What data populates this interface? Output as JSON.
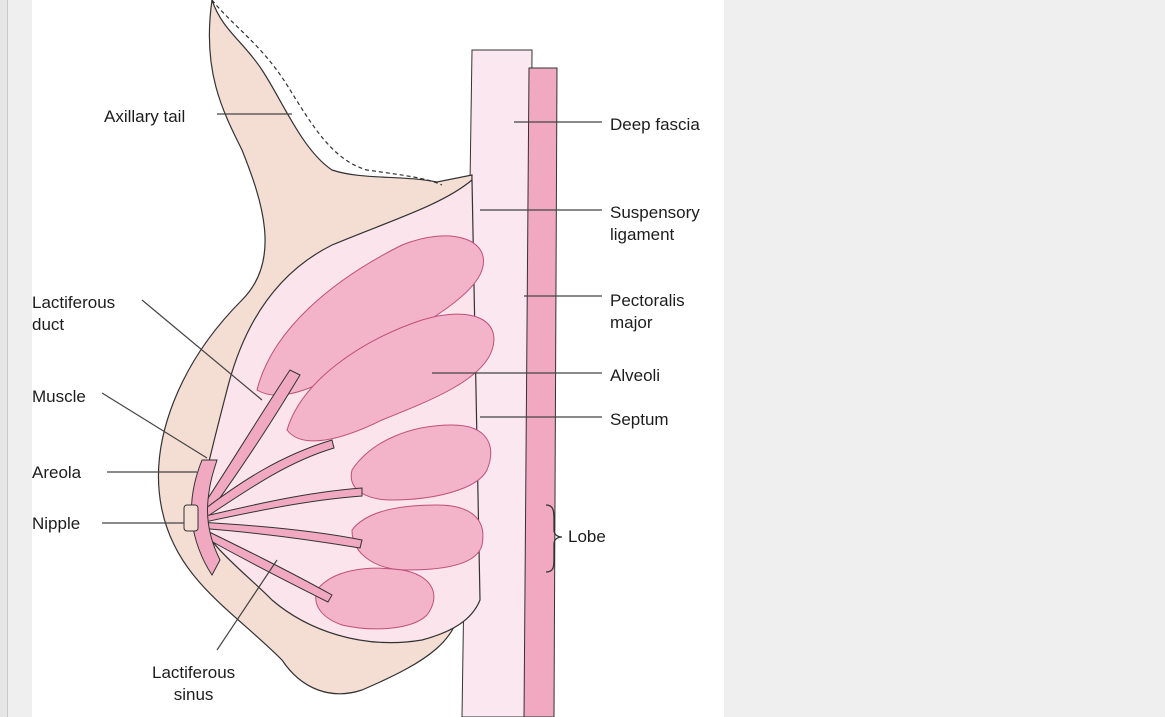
{
  "labels": {
    "axillary_tail": "Axillary tail",
    "deep_fascia": "Deep fascia",
    "suspensory_ligament": "Suspensory\nligament",
    "lactiferous_duct": "Lactiferous\nduct",
    "pectoralis_major": "Pectoralis\nmajor",
    "alveoli": "Alveoli",
    "muscle": "Muscle",
    "septum": "Septum",
    "areola": "Areola",
    "nipple": "Nipple",
    "lobe": "Lobe",
    "lactiferous_sinus": "Lactiferous\nsinus"
  },
  "colors": {
    "skin": "#f4ddd3",
    "gland_tissue": "#f6c9d8",
    "lobule": "#f3b3c9",
    "muscle": "#f1a8c1",
    "outline": "#333333",
    "leader_line": "#444444",
    "panel_background": "#ffffff",
    "viewer_background": "#efefef"
  }
}
